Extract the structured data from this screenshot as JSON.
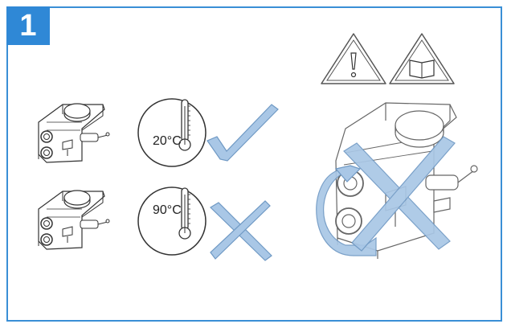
{
  "step": {
    "number": "1"
  },
  "panels": [
    {
      "id": "ok",
      "temperature": "20°C",
      "temperature_value": "20",
      "unit": "°C",
      "result": "check"
    },
    {
      "id": "bad",
      "temperature": "90°C",
      "temperature_value": "90",
      "unit": "°C",
      "result": "cross"
    }
  ],
  "warnings": {
    "icons": [
      "warning-triangle-icon",
      "manual-book-icon"
    ]
  },
  "right_panel": {
    "result": "cross",
    "action": "rotate-prohibited"
  },
  "colors": {
    "accent": "#2f88d6",
    "mark": "#a9c7e6",
    "mark_stroke": "#6f99c4",
    "line": "#444444"
  }
}
